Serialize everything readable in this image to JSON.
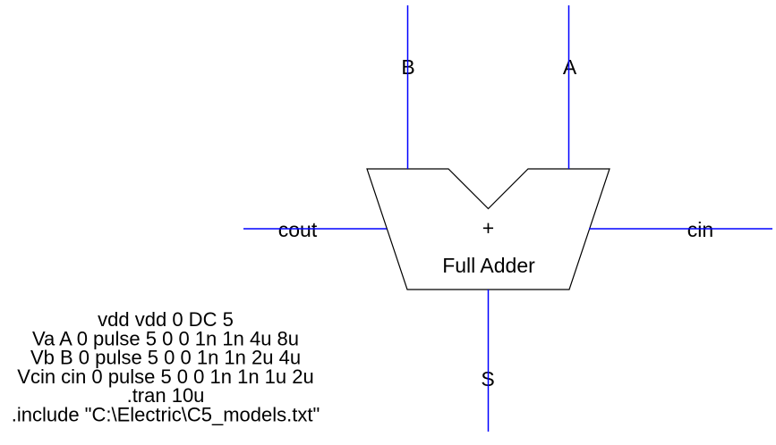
{
  "colors": {
    "background": "#FFFFFF",
    "wire": "#0000FF",
    "symbol_outline": "#000000",
    "text": "#000000"
  },
  "component": {
    "name": "Full Adder",
    "operator_symbol": "+"
  },
  "ports": {
    "b": {
      "label": "B"
    },
    "a": {
      "label": "A"
    },
    "cout": {
      "label": "cout"
    },
    "cin": {
      "label": "cin"
    },
    "s": {
      "label": "S"
    }
  },
  "spice_deck": {
    "lines": [
      "vdd vdd 0 DC 5",
      "Va A 0 pulse 5 0 0 1n 1n 4u 8u",
      "Vb B 0 pulse 5 0 0 1n 1n 2u 4u",
      "Vcin cin 0 pulse 5 0 0 1n 1n 1u 2u",
      ".tran 10u",
      ".include \"C:\\Electric\\C5_models.txt\""
    ]
  }
}
